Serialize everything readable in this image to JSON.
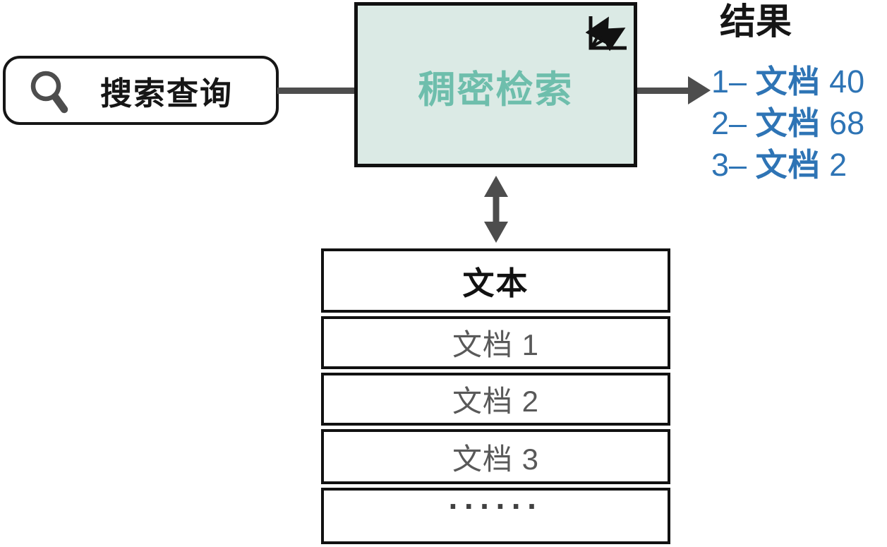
{
  "query": {
    "label": "搜索查询",
    "icon": "magnifier-icon"
  },
  "retriever": {
    "label": "稠密检索",
    "icon": "vector-space-icon",
    "fill_color": "#dbeae5",
    "text_color": "#6ebeac"
  },
  "results": {
    "title": "结果",
    "text_color": "#2e74b5",
    "items": [
      {
        "rank": "1–",
        "name": "文档",
        "id": "40"
      },
      {
        "rank": "2–",
        "name": "文档",
        "id": "68"
      },
      {
        "rank": "3–",
        "name": "文档",
        "id": "2"
      }
    ]
  },
  "corpus": {
    "header": "文本",
    "rows": [
      "文档 1",
      "文档 2",
      "文档 3"
    ],
    "more": "······"
  },
  "connectors": {
    "color": "#4d4d4d"
  }
}
